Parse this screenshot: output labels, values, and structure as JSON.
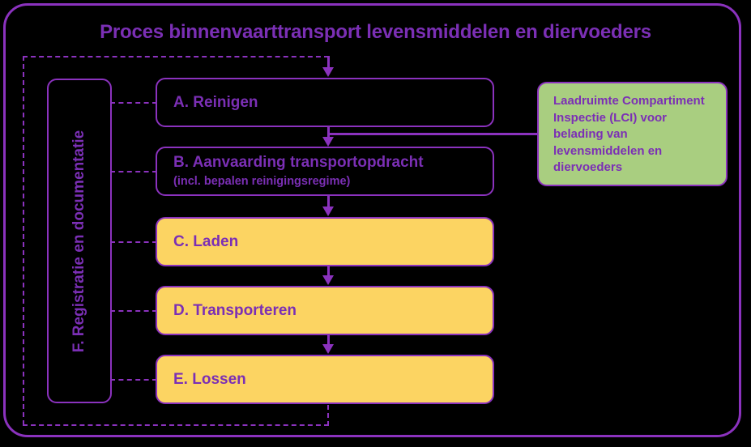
{
  "diagram": {
    "title": "Proces binnenvaarttransport levensmiddelen en diervoeders",
    "colors": {
      "background": "#000000",
      "accent_purple": "#8B32BE",
      "text_purple": "#7B2FB5",
      "yellow_fill": "#FCD462",
      "green_fill": "#A9CE80"
    },
    "steps": [
      {
        "id": "A",
        "label": "A. Reinigen",
        "sub": "",
        "fill": "none"
      },
      {
        "id": "B",
        "label": "B. Aanvaarding transportopdracht",
        "sub": "(incl. bepalen reinigingsregime)",
        "fill": "none"
      },
      {
        "id": "C",
        "label": "C. Laden",
        "sub": "",
        "fill": "yellow"
      },
      {
        "id": "D",
        "label": "D. Transporteren",
        "sub": "",
        "fill": "yellow"
      },
      {
        "id": "E",
        "label": "E. Lossen",
        "sub": "",
        "fill": "yellow"
      }
    ],
    "side_box": {
      "label": "F. Registratie en documentatie",
      "orientation": "vertical"
    },
    "callout": {
      "text": "Laadruimte Compartiment Inspectie (LCI) voor belading van levensmiddelen en diervoeders"
    }
  }
}
